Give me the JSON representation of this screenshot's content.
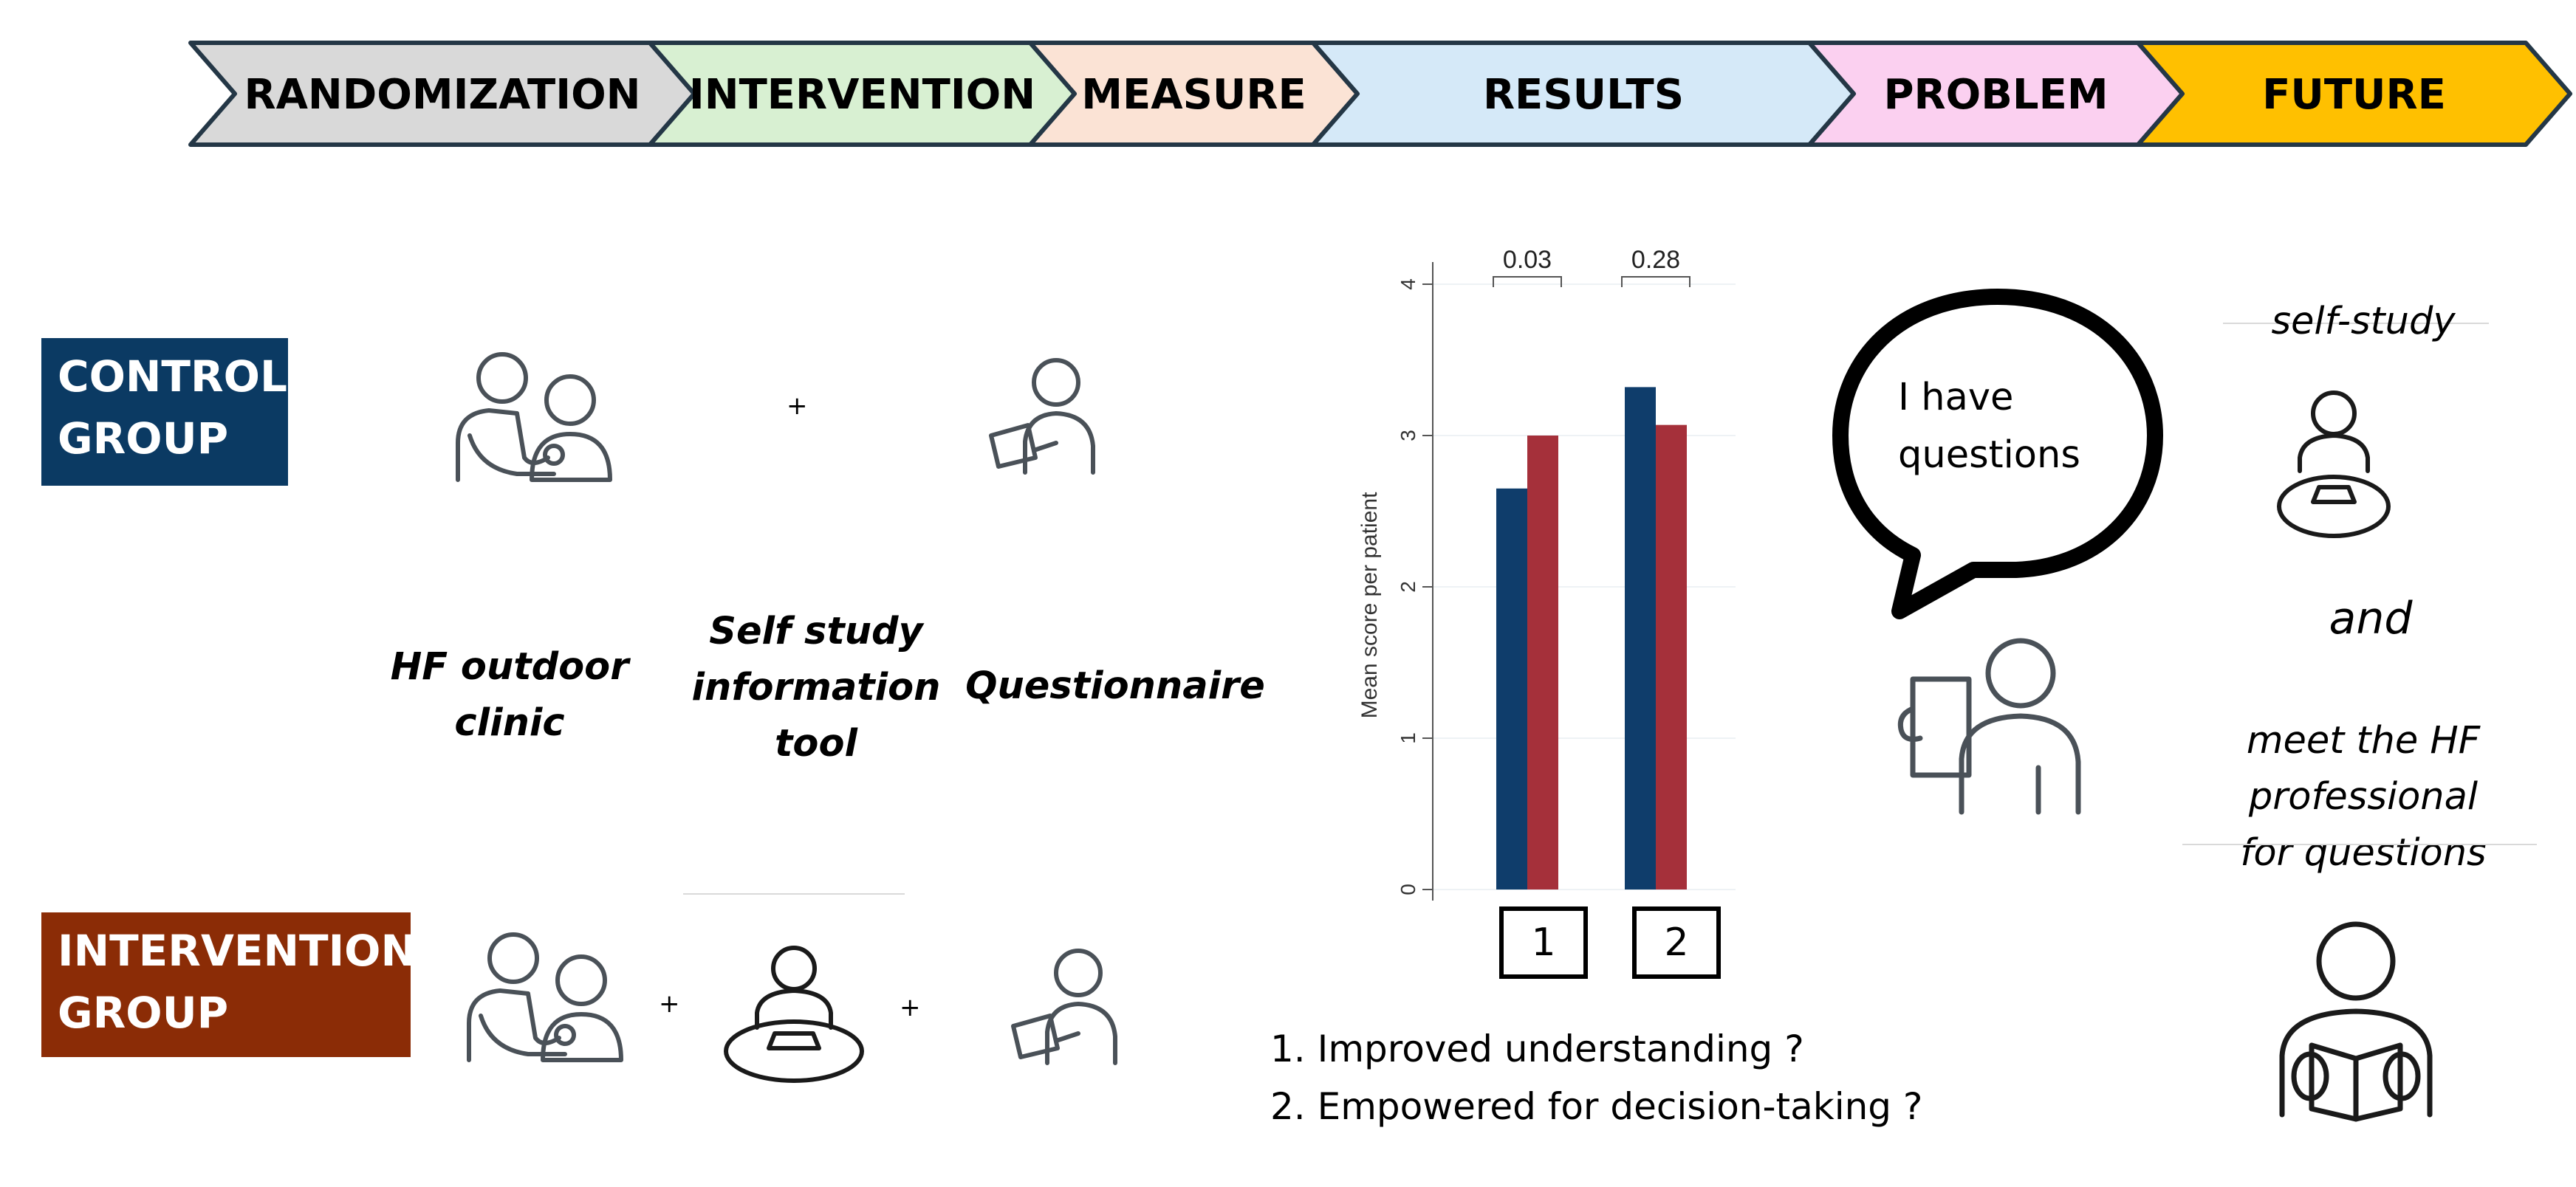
{
  "steps": [
    {
      "label": "RANDOMIZATION",
      "color": "#d9d9d9"
    },
    {
      "label": "INTERVENTION",
      "color": "#d8f0d2"
    },
    {
      "label": "MEASURE",
      "color": "#fbe3d5"
    },
    {
      "label": "RESULTS",
      "color": "#d5e9f8"
    },
    {
      "label": "PROBLEM",
      "color": "#fbd0f0"
    },
    {
      "label": "FUTURE",
      "color": "#ffc000"
    }
  ],
  "groups": {
    "control": {
      "line1": "CONTROL",
      "line2": "GROUP",
      "color": "#0b3a63"
    },
    "intervention": {
      "line1": "INTERVENTION",
      "line2": "GROUP",
      "color": "#8b2c06"
    }
  },
  "captions": {
    "clinic": {
      "line1": "HF outdoor",
      "line2": "clinic"
    },
    "tool": {
      "line1": "Self study",
      "line2": "information",
      "line3": "tool"
    },
    "questionnaire": "Questionnaire"
  },
  "plus_sign": "+",
  "icons": {
    "clinic": "doctor-patient-icon",
    "questionnaire": "person-clipboard-icon",
    "self_study": "person-laptop-icon",
    "thinking": "person-tablet-icon",
    "reading": "person-reading-icon"
  },
  "speech": {
    "line1": "I have",
    "line2": "questions"
  },
  "chart_data": {
    "type": "bar",
    "ylabel": "Mean score per patient",
    "ylim": [
      0,
      4
    ],
    "yticks": [
      "0",
      "1",
      "2",
      "3",
      "4"
    ],
    "categories": [
      "1",
      "2"
    ],
    "series": [
      {
        "values": [
          2.65,
          3.32
        ],
        "color": "#0f3d6b"
      },
      {
        "values": [
          3.0,
          3.07
        ],
        "color": "#a5303a"
      }
    ],
    "pvalues": [
      "0.03",
      "0.28"
    ]
  },
  "questions": [
    "1. Improved understanding ?",
    "2. Empowered for decision-taking ?"
  ],
  "future": {
    "self_study": "self-study",
    "and": "and",
    "meet1": "meet the HF",
    "meet2": "professional",
    "meet3": "for questions"
  }
}
